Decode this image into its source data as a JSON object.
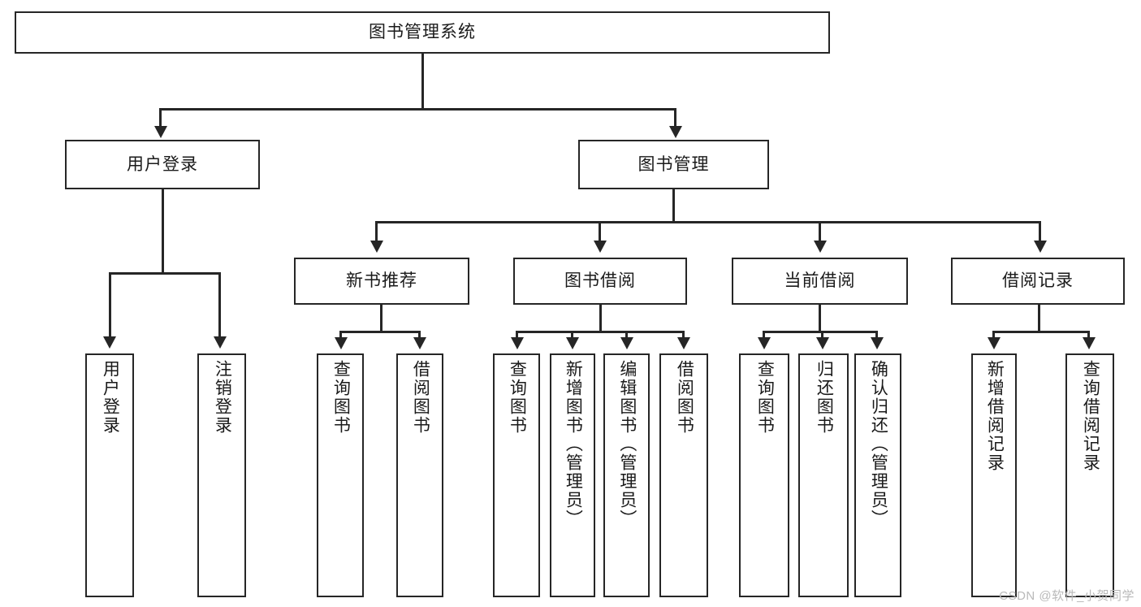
{
  "diagram": {
    "title": "图书管理系统",
    "root": {
      "label": "图书管理系统"
    },
    "level2": [
      {
        "label": "用户登录"
      },
      {
        "label": "图书管理"
      }
    ],
    "level3": [
      {
        "label": "新书推荐"
      },
      {
        "label": "图书借阅"
      },
      {
        "label": "当前借阅"
      },
      {
        "label": "借阅记录"
      }
    ],
    "leaves": {
      "user_login": [
        {
          "label": "用户登录"
        },
        {
          "label": "注销登录"
        }
      ],
      "new_book_recommend": [
        {
          "label": "查询图书"
        },
        {
          "label": "借阅图书"
        }
      ],
      "book_borrow": [
        {
          "label": "查询图书"
        },
        {
          "label": "新增图书（管理员）"
        },
        {
          "label": "编辑图书（管理员）"
        },
        {
          "label": "借阅图书"
        }
      ],
      "current_borrow": [
        {
          "label": "查询图书"
        },
        {
          "label": "归还图书"
        },
        {
          "label": "确认归还（管理员）"
        }
      ],
      "borrow_record": [
        {
          "label": "新增借阅记录"
        },
        {
          "label": "查询借阅记录"
        }
      ]
    }
  },
  "watermark": {
    "text": "CSDN @软件_小贺同学"
  },
  "colors": {
    "line": "#262626",
    "box_fill": "#ffffff",
    "text": "#1a1a1a",
    "watermark": "#b9b9b9"
  }
}
